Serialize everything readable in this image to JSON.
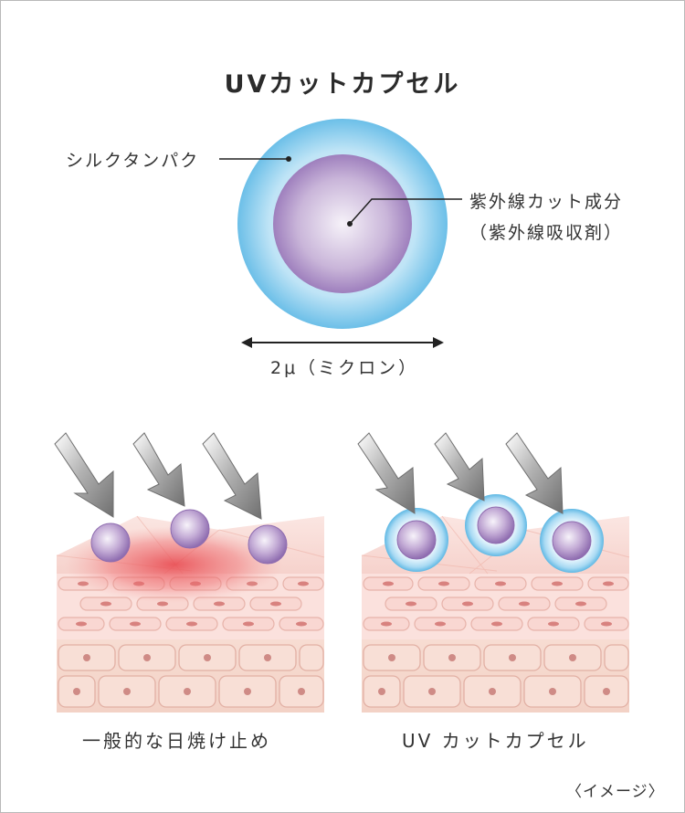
{
  "title": "UVカットカプセル",
  "capsule": {
    "outer_label": "シルクタンパク",
    "inner_label_line1": "紫外線カット成分",
    "inner_label_line2": "（紫外線吸収剤）",
    "size_label": "2μ（ミクロン）"
  },
  "comparison": {
    "left_caption": "一般的な日焼け止め",
    "right_caption": "UV カットカプセル"
  },
  "note": "〈イメージ〉",
  "colors": {
    "capsule_outer": "#7ec8ec",
    "capsule_inner": "#a888c2",
    "skin_pink": "#f4ccc4",
    "redness": "#ea4c52",
    "arrow_gray": "#7d7d7d"
  }
}
